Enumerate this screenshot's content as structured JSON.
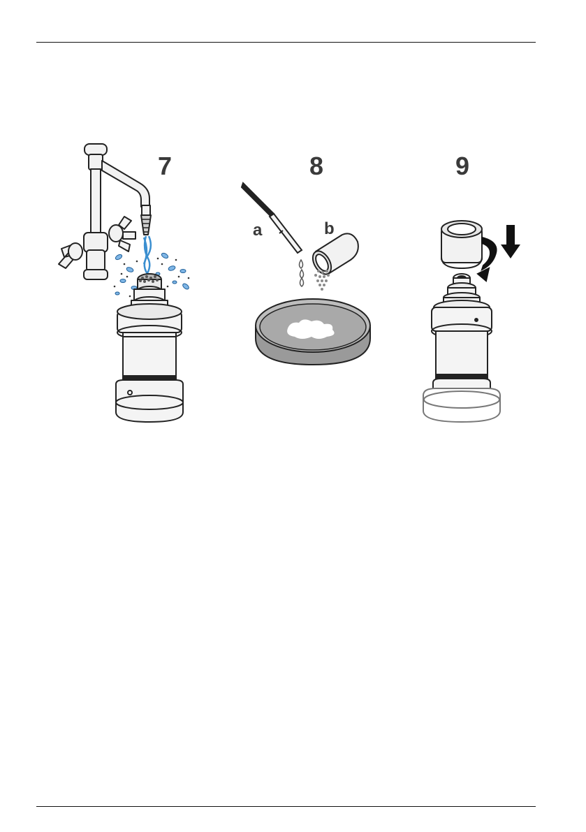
{
  "steps": [
    {
      "number": "7"
    },
    {
      "number": "8",
      "sub_labels": [
        "a",
        "b"
      ]
    },
    {
      "number": "9"
    }
  ]
}
